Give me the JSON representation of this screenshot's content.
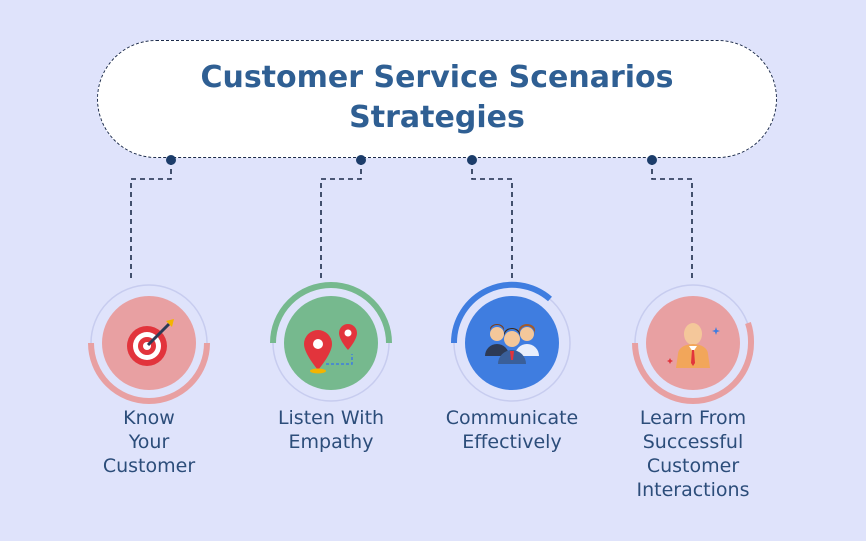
{
  "title": {
    "line1": "Customer Service Scenarios",
    "line2": "Strategies"
  },
  "items": [
    {
      "lines": [
        "Know",
        "Your",
        "Customer"
      ],
      "color": "#e8a0a2",
      "icon": "target-icon"
    },
    {
      "lines": [
        "Listen With",
        "Empathy"
      ],
      "color": "#76b98e",
      "icon": "location-pins-icon"
    },
    {
      "lines": [
        "Communicate",
        "Effectively"
      ],
      "color": "#3f7de0",
      "icon": "people-group-icon"
    },
    {
      "lines": [
        "Learn From",
        "Successful",
        "Customer",
        "Interactions"
      ],
      "color": "#e8a0a2",
      "icon": "businessman-icon"
    }
  ]
}
